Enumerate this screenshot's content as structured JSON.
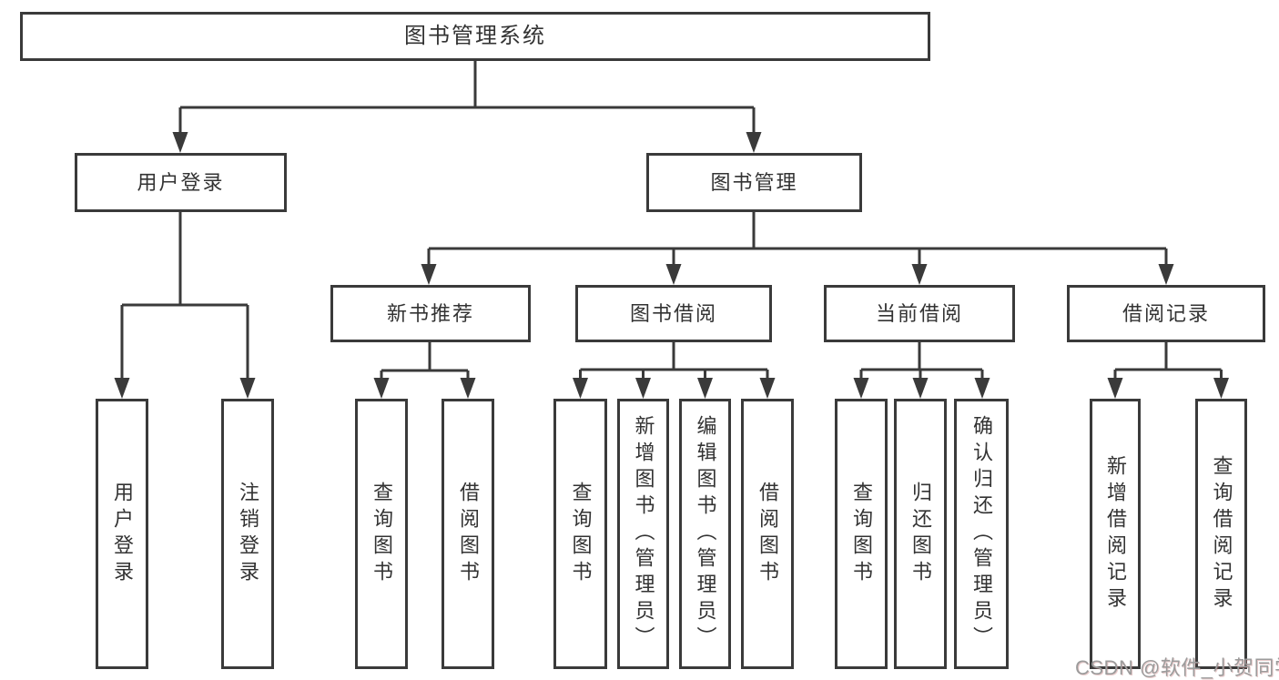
{
  "diagram_type": "hierarchy-tree",
  "colors": {
    "background": "#ffffff",
    "line": "#3a3a3a",
    "box_border": "#3a3a3a",
    "text": "#333333",
    "watermark": "#9c9c9c"
  },
  "tree": {
    "label": "图书管理系统",
    "children": [
      {
        "label": "用户登录",
        "children": [
          {
            "label": "用户登录"
          },
          {
            "label": "注销登录"
          }
        ]
      },
      {
        "label": "图书管理",
        "children": [
          {
            "label": "新书推荐",
            "children": [
              {
                "label": "查询图书"
              },
              {
                "label": "借阅图书"
              }
            ]
          },
          {
            "label": "图书借阅",
            "children": [
              {
                "label": "查询图书"
              },
              {
                "label": "新增图书（管理员）"
              },
              {
                "label": "编辑图书（管理员）"
              },
              {
                "label": "借阅图书"
              }
            ]
          },
          {
            "label": "当前借阅",
            "children": [
              {
                "label": "查询图书"
              },
              {
                "label": "归还图书"
              },
              {
                "label": "确认归还（管理员）"
              }
            ]
          },
          {
            "label": "借阅记录",
            "children": [
              {
                "label": "新增借阅记录"
              },
              {
                "label": "查询借阅记录"
              }
            ]
          }
        ]
      }
    ]
  },
  "watermark": {
    "text": "CSDN @软件_小贺同学"
  }
}
